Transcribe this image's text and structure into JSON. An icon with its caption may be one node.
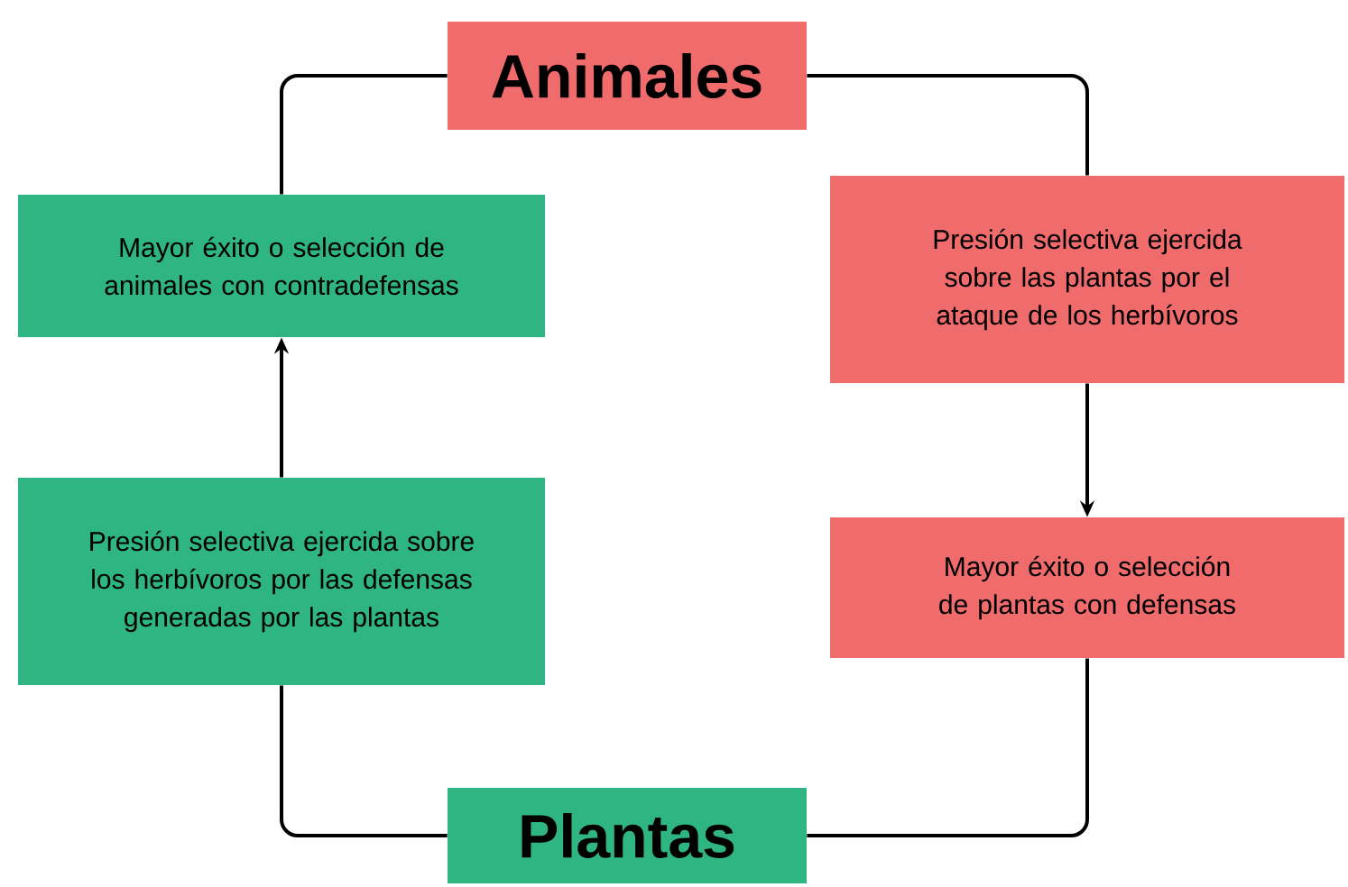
{
  "diagram": {
    "nodes": [
      {
        "text": [
          "Animales"
        ]
      },
      {
        "text": [
          "Presión selectiva ejercida sobre las plantas por el ataque de los herbívoros"
        ]
      },
      {
        "text": [
          "Mayor éxito o selección de plantas con defensas"
        ]
      },
      {
        "text": [
          "Plantas"
        ]
      },
      {
        "text": [
          "Presión selectiva ejercida sobre los herbívoros por las defensas generadas por las plantas"
        ]
      },
      {
        "text": [
          "Mayor éxito o selección de animales con contradefensas"
        ]
      }
    ],
    "edges": [
      {
        "from": 0,
        "to": 1,
        "arrow": "none"
      },
      {
        "from": 1,
        "to": 2,
        "arrow": "to"
      },
      {
        "from": 2,
        "to": 3,
        "arrow": "none"
      },
      {
        "from": 3,
        "to": 4,
        "arrow": "none"
      },
      {
        "from": 4,
        "to": 5,
        "arrow": "to"
      },
      {
        "from": 5,
        "to": 0,
        "arrow": "none"
      }
    ]
  }
}
